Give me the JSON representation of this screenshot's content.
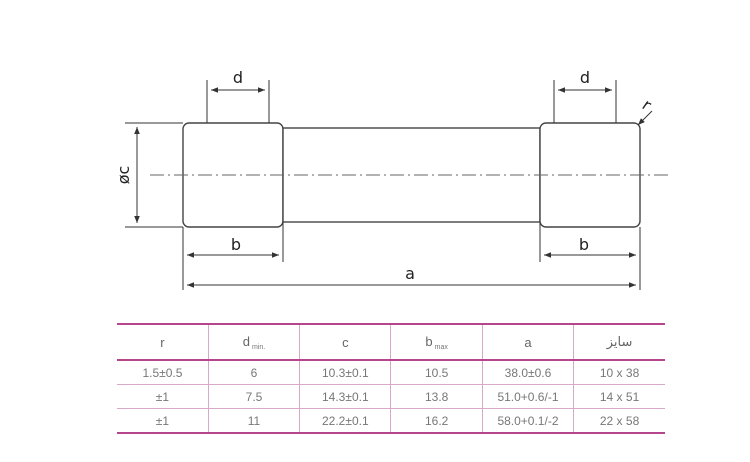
{
  "drawing": {
    "labels": {
      "d_left": "d",
      "d_right": "d",
      "r": "r",
      "oc": "øc",
      "b_left": "b",
      "b_right": "b",
      "a": "a"
    },
    "colors": {
      "outline": "#444444",
      "accent": "#b5468e"
    }
  },
  "table": {
    "headers": [
      {
        "main": "r",
        "sub": ""
      },
      {
        "main": "d",
        "sub": "min."
      },
      {
        "main": "c",
        "sub": ""
      },
      {
        "main": "b",
        "sub": "max"
      },
      {
        "main": "a",
        "sub": ""
      },
      {
        "main": "سایز",
        "sub": ""
      }
    ],
    "rows": [
      [
        "1.5±0.5",
        "6",
        "10.3±0.1",
        "10.5",
        "38.0±0.6",
        "10 x 38"
      ],
      [
        "±1",
        "7.5",
        "14.3±0.1",
        "13.8",
        "51.0+0.6/-1",
        "14 x 51"
      ],
      [
        "±1",
        "11",
        "22.2±0.1",
        "16.2",
        "58.0+0.1/-2",
        "22 x 58"
      ]
    ]
  }
}
